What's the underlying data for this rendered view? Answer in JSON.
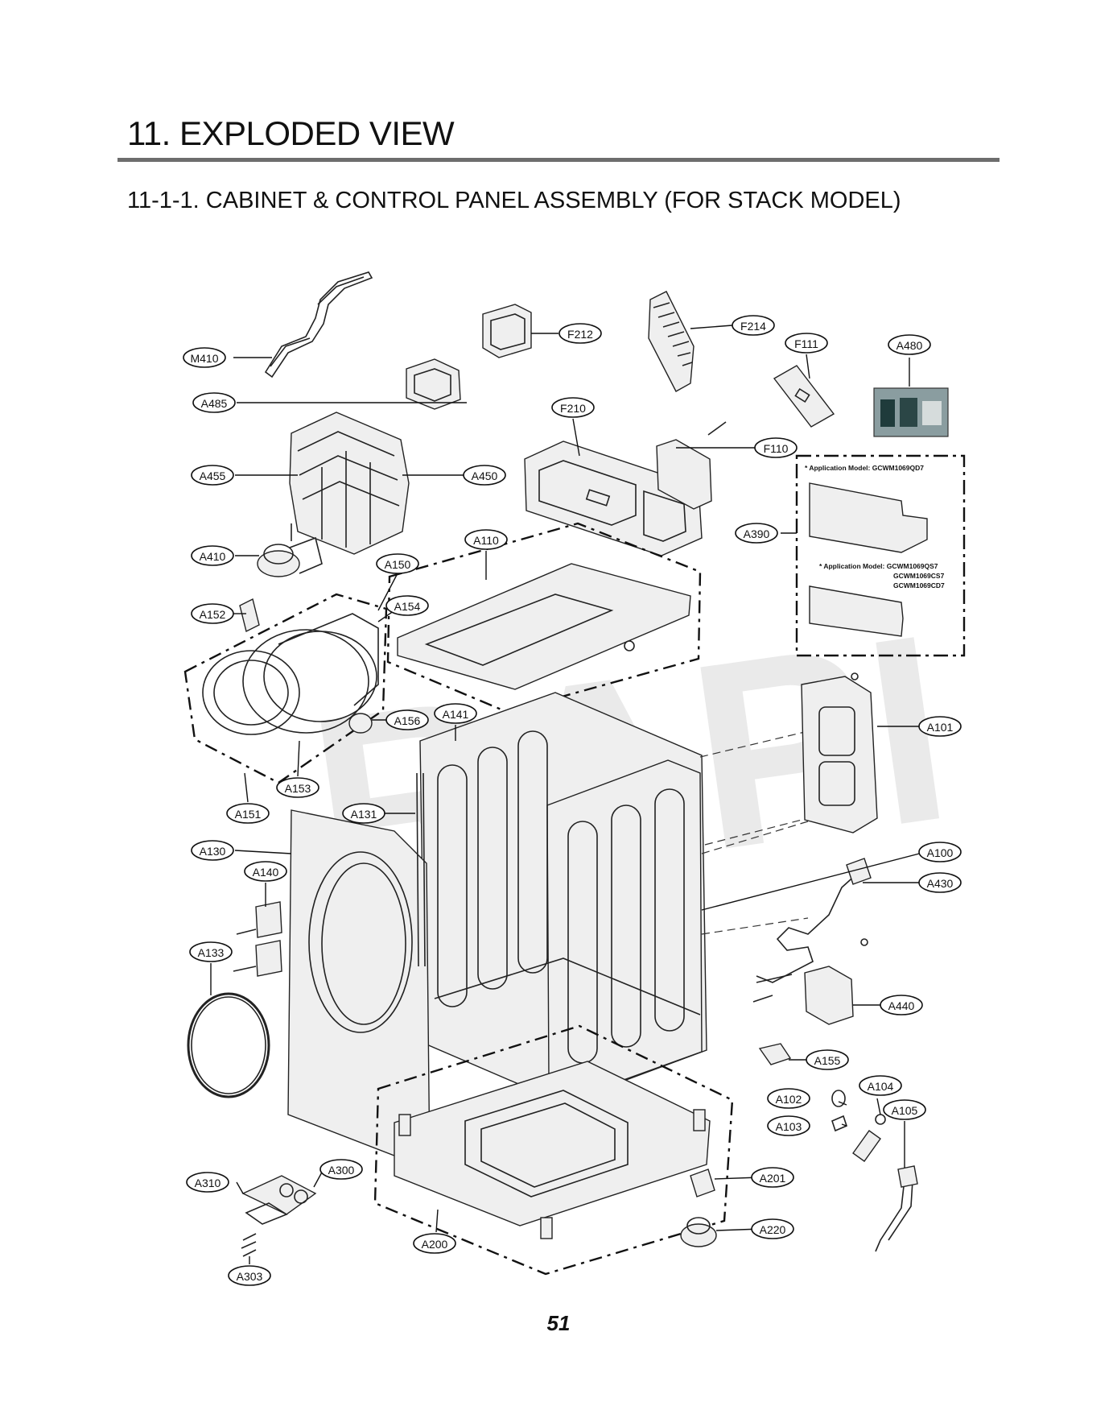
{
  "page": {
    "title": "11. EXPLODED VIEW",
    "section": "11-1-1. CABINET & CONTROL PANEL ASSEMBLY (FOR STACK MODEL)",
    "page_number": "51"
  },
  "watermark": "RAPI",
  "application_notes": {
    "note1_label": "* Application Model: GCWM1069QD7",
    "note2_label": "* Application Model: GCWM1069QS7",
    "note2_line2": "GCWM1069CS7",
    "note2_line3": "GCWM1069CD7"
  },
  "callouts": [
    {
      "id": "M410",
      "label": "M410"
    },
    {
      "id": "F212",
      "label": "F212"
    },
    {
      "id": "F214",
      "label": "F214"
    },
    {
      "id": "F111",
      "label": "F111"
    },
    {
      "id": "A480",
      "label": "A480"
    },
    {
      "id": "A485",
      "label": "A485"
    },
    {
      "id": "F210",
      "label": "F210"
    },
    {
      "id": "F110",
      "label": "F110"
    },
    {
      "id": "A455",
      "label": "A455"
    },
    {
      "id": "A450",
      "label": "A450"
    },
    {
      "id": "A390",
      "label": "A390"
    },
    {
      "id": "A110",
      "label": "A110"
    },
    {
      "id": "A410",
      "label": "A410"
    },
    {
      "id": "A150",
      "label": "A150"
    },
    {
      "id": "A154",
      "label": "A154"
    },
    {
      "id": "A152",
      "label": "A152"
    },
    {
      "id": "A156",
      "label": "A156"
    },
    {
      "id": "A141",
      "label": "A141"
    },
    {
      "id": "A101",
      "label": "A101"
    },
    {
      "id": "A153",
      "label": "A153"
    },
    {
      "id": "A151",
      "label": "A151"
    },
    {
      "id": "A131",
      "label": "A131"
    },
    {
      "id": "A130",
      "label": "A130"
    },
    {
      "id": "A100",
      "label": "A100"
    },
    {
      "id": "A140",
      "label": "A140"
    },
    {
      "id": "A430",
      "label": "A430"
    },
    {
      "id": "A133",
      "label": "A133"
    },
    {
      "id": "A440",
      "label": "A440"
    },
    {
      "id": "A155",
      "label": "A155"
    },
    {
      "id": "A104",
      "label": "A104"
    },
    {
      "id": "A102",
      "label": "A102"
    },
    {
      "id": "A105",
      "label": "A105"
    },
    {
      "id": "A103",
      "label": "A103"
    },
    {
      "id": "A300",
      "label": "A300"
    },
    {
      "id": "A310",
      "label": "A310"
    },
    {
      "id": "A201",
      "label": "A201"
    },
    {
      "id": "A220",
      "label": "A220"
    },
    {
      "id": "A200",
      "label": "A200"
    },
    {
      "id": "A303",
      "label": "A303"
    }
  ]
}
